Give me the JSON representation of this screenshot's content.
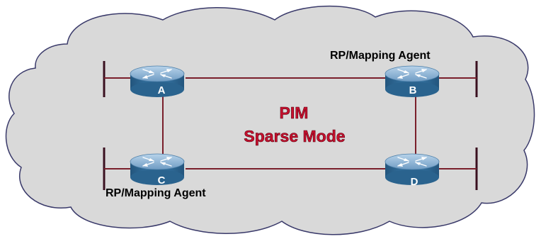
{
  "diagram": {
    "title_line1": "PIM",
    "title_line2": "Sparse Mode",
    "agent_label_top": "RP/Mapping Agent",
    "agent_label_bottom": "RP/Mapping Agent",
    "routers": [
      {
        "id": "A",
        "label": "A"
      },
      {
        "id": "B",
        "label": "B"
      },
      {
        "id": "C",
        "label": "C"
      },
      {
        "id": "D",
        "label": "D"
      }
    ],
    "links": [
      {
        "from": "A",
        "to": "B"
      },
      {
        "from": "C",
        "to": "D"
      },
      {
        "from": "A",
        "to": "C"
      },
      {
        "from": "B",
        "to": "D"
      }
    ]
  },
  "colors": {
    "cloud_fill": "#d9d9d9",
    "cloud_stroke": "#3a3a6a",
    "link": "#7a1f2b",
    "segment": "#8a1c3a",
    "router_top": "#8fb6d8",
    "router_side": "#2f6f9f",
    "title_text": "#c8102e"
  }
}
